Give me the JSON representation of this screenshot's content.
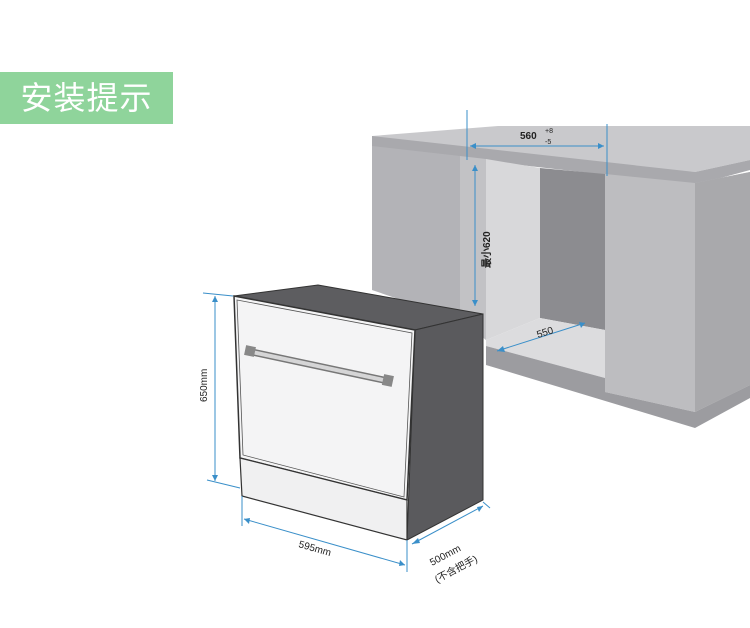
{
  "title": "安装提示",
  "dimensions": {
    "cabinet_width_label": "560",
    "cabinet_width_tol_plus": "+8",
    "cabinet_width_tol_minus": "-5",
    "cabinet_min_height": "最小620",
    "cabinet_depth": "550",
    "unit_height": "650mm",
    "unit_width": "595mm",
    "unit_depth": "500mm",
    "unit_depth_note": "(不含把手)"
  },
  "colors": {
    "badge": "#8fd49b",
    "dim_line": "#3a8fc9",
    "cabinet": "#b8b8bc",
    "cabinet_dark": "#8e8e92",
    "appliance_front": "#f4f4f5"
  }
}
